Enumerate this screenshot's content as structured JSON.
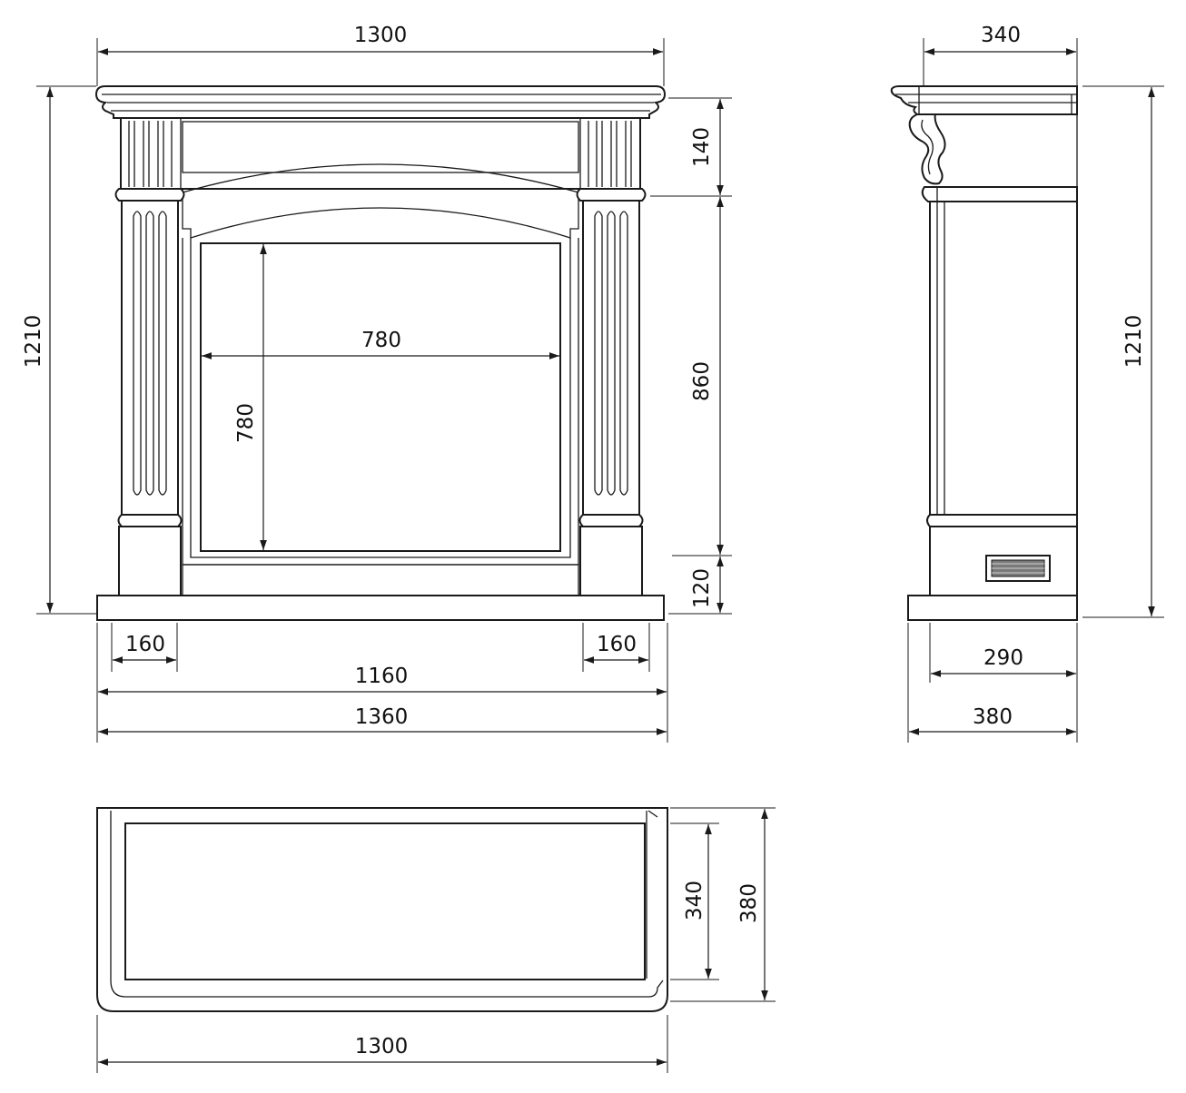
{
  "colors": {
    "line": "#1a1a1a",
    "marble": "#5f5f5f",
    "background": "#ffffff"
  },
  "front_view": {
    "top_width": "1300",
    "firebox_width": "780",
    "firebox_height": "780",
    "total_height": "1210",
    "upper_band": "140",
    "middle_band": "860",
    "lower_band": "120",
    "left_leg": "160",
    "right_leg": "160",
    "inner_width": "1160",
    "base_width": "1360"
  },
  "side_view": {
    "top_depth": "340",
    "total_height": "1210",
    "inner_depth": "290",
    "base_depth": "380"
  },
  "top_view": {
    "inner_depth": "340",
    "outer_depth": "380",
    "width": "1300"
  }
}
